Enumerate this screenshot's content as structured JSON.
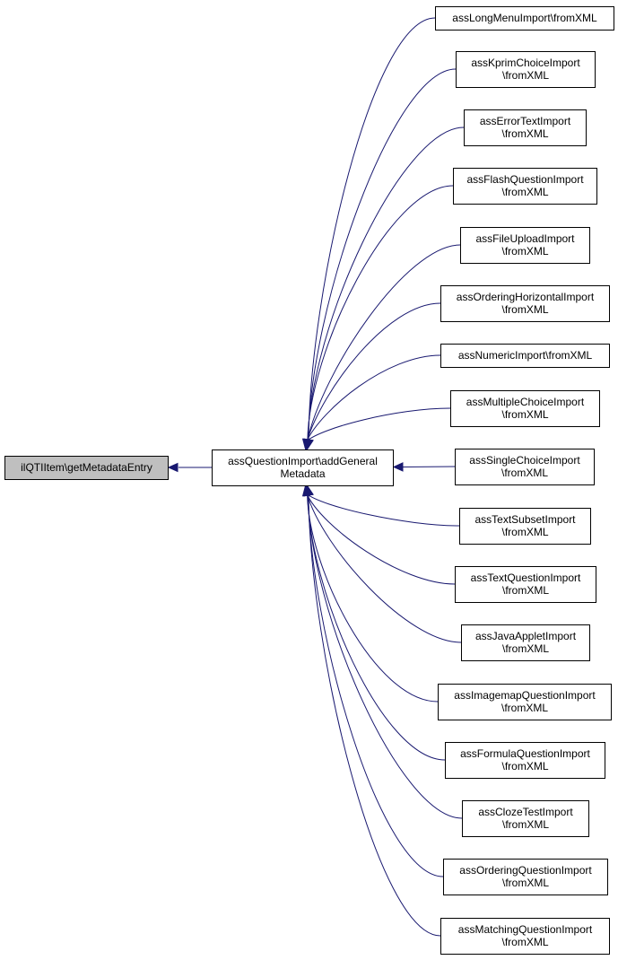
{
  "graph": {
    "root": {
      "lines": [
        "ilQTIItem\\getMetadataEntry"
      ]
    },
    "center": {
      "lines": [
        "assQuestionImport\\addGeneral",
        "Metadata"
      ]
    },
    "callers": [
      {
        "lines": [
          "assLongMenuImport\\fromXML"
        ]
      },
      {
        "lines": [
          "assKprimChoiceImport",
          "\\fromXML"
        ]
      },
      {
        "lines": [
          "assErrorTextImport",
          "\\fromXML"
        ]
      },
      {
        "lines": [
          "assFlashQuestionImport",
          "\\fromXML"
        ]
      },
      {
        "lines": [
          "assFileUploadImport",
          "\\fromXML"
        ]
      },
      {
        "lines": [
          "assOrderingHorizontalImport",
          "\\fromXML"
        ]
      },
      {
        "lines": [
          "assNumericImport\\fromXML"
        ]
      },
      {
        "lines": [
          "assMultipleChoiceImport",
          "\\fromXML"
        ]
      },
      {
        "lines": [
          "assSingleChoiceImport",
          "\\fromXML"
        ]
      },
      {
        "lines": [
          "assTextSubsetImport",
          "\\fromXML"
        ]
      },
      {
        "lines": [
          "assTextQuestionImport",
          "\\fromXML"
        ]
      },
      {
        "lines": [
          "assJavaAppletImport",
          "\\fromXML"
        ]
      },
      {
        "lines": [
          "assImagemapQuestionImport",
          "\\fromXML"
        ]
      },
      {
        "lines": [
          "assFormulaQuestionImport",
          "\\fromXML"
        ]
      },
      {
        "lines": [
          "assClozeTestImport",
          "\\fromXML"
        ]
      },
      {
        "lines": [
          "assOrderingQuestionImport",
          "\\fromXML"
        ]
      },
      {
        "lines": [
          "assMatchingQuestionImport",
          "\\fromXML"
        ]
      }
    ],
    "colors": {
      "edge": "#191970",
      "root_fill": "#bfbfbf",
      "node_fill": "#ffffff",
      "node_stroke": "#000000",
      "text": "#000000"
    }
  }
}
